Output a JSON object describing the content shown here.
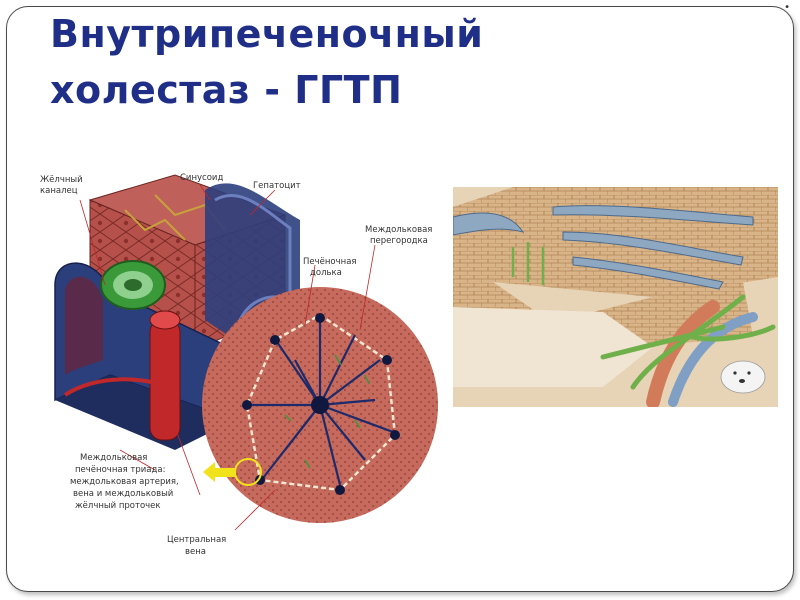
{
  "slide": {
    "title_line1": "Внутрипеченочный",
    "title_line2": "холестаз - ГГТП",
    "corner_mark": "•"
  },
  "diagram": {
    "labels": {
      "bile_canaliculus_1": "Жёлчный",
      "bile_canaliculus_2": "каналец",
      "sinusoid": "Синусоид",
      "hepatocyte": "Гепатоцит",
      "interlobular_septum_1": "Междольковая",
      "interlobular_septum_2": "перегородка",
      "hepatic_lobule_1": "Печёночная",
      "hepatic_lobule_2": "долька",
      "triad_1": "Междольковая",
      "triad_2": "печёночная триада:",
      "triad_3": "междольковая артерия,",
      "triad_4": "вена и междольковый",
      "triad_5": "жёлчный проточек",
      "central_vein_1": "Центральная",
      "central_vein_2": "вена"
    }
  },
  "colors": {
    "title": "#1f2e86",
    "hepatocyte": "#b5514a",
    "vein_blue": "#2c3f7d",
    "artery_red": "#c0282a",
    "bile_green": "#3a9a3a",
    "lobule_bg": "#c56a5c",
    "arrow_yellow": "#f2e21c"
  }
}
